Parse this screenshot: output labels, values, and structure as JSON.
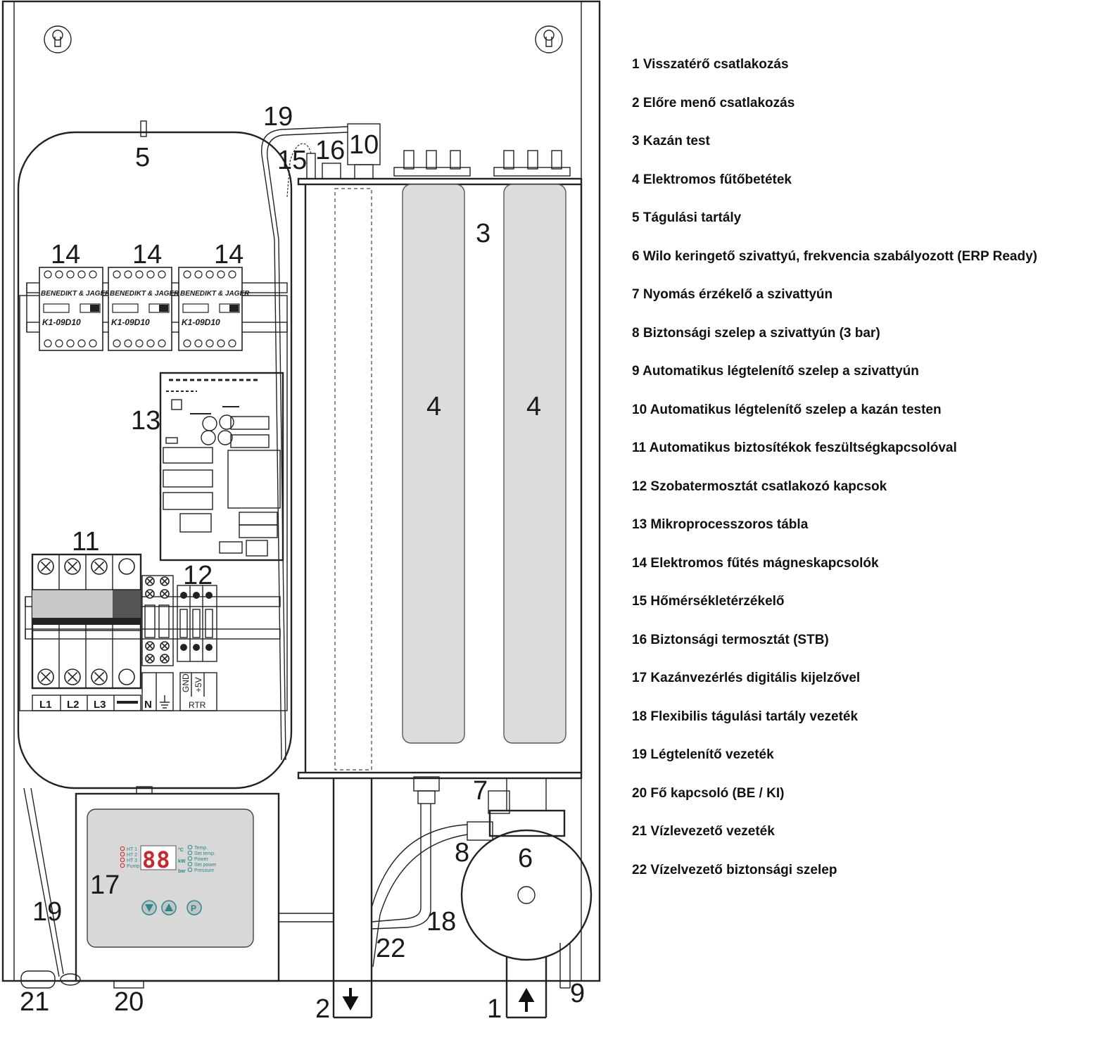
{
  "callouts": {
    "c1": "1",
    "c2": "2",
    "c3": "3",
    "c4a": "4",
    "c4b": "4",
    "c5": "5",
    "c6": "6",
    "c7": "7",
    "c8": "8",
    "c9": "9",
    "c10": "10",
    "c11": "11",
    "c12": "12",
    "c13": "13",
    "c14a": "14",
    "c14b": "14",
    "c14c": "14",
    "c15": "15",
    "c16": "16",
    "c17": "17",
    "c18": "18",
    "c19a": "19",
    "c19b": "19",
    "c20": "20",
    "c21": "21",
    "c22": "22"
  },
  "contactors": {
    "brand": "BENEDIKT & JAGER",
    "model": "K1-09D10"
  },
  "terminals": {
    "l1": "L1",
    "l2": "L2",
    "l3": "L3",
    "n": "N",
    "gnd": "GND",
    "v5": "+5V",
    "rtr": "RTR"
  },
  "control_panel": {
    "display": "88",
    "unit_c": "°C",
    "unit_kw": "kW",
    "unit_bar": "bar",
    "left_leds": [
      "HT 1",
      "HT 2",
      "HT 3",
      "Pump"
    ],
    "right_leds": [
      "Temp.",
      "Set temp.",
      "Power",
      "Set power",
      "Pressure"
    ],
    "btn_p": "P"
  },
  "legend": [
    "1 Visszatérő csatlakozás",
    "2 Előre menő csatlakozás",
    "3 Kazán test",
    "4 Elektromos fűtőbetétek",
    "5 Tágulási tartály",
    "6 Wilo keringető szivattyú, frekvencia szabályozott (ERP Ready)",
    "7 Nyomás érzékelő a szivattyún",
    "8 Biztonsági szelep a szivattyún (3 bar)",
    "9 Automatikus légtelenítő szelep a szivattyún",
    "10  Automatikus légtelenítő szelep a kazán testen",
    "11 Automatikus biztosítékok feszültségkapcsolóval",
    "12 Szobatermosztát csatlakozó kapcsok",
    "13 Mikroprocesszoros tábla",
    "14 Elektromos fűtés mágneskapcsolók",
    "15 Hőmérsékletérzékelő",
    "16 Biztonsági termosztát (STB)",
    "17 Kazánvezérlés digitális kijelzővel",
    "18 Flexibilis tágulási tartály vezeték",
    "19 Légtelenítő vezeték",
    "20 Fő kapcsoló (BE / KI)",
    "21 Vízlevezető vezeték",
    "22 Vízelvezető biztonsági szelep"
  ]
}
